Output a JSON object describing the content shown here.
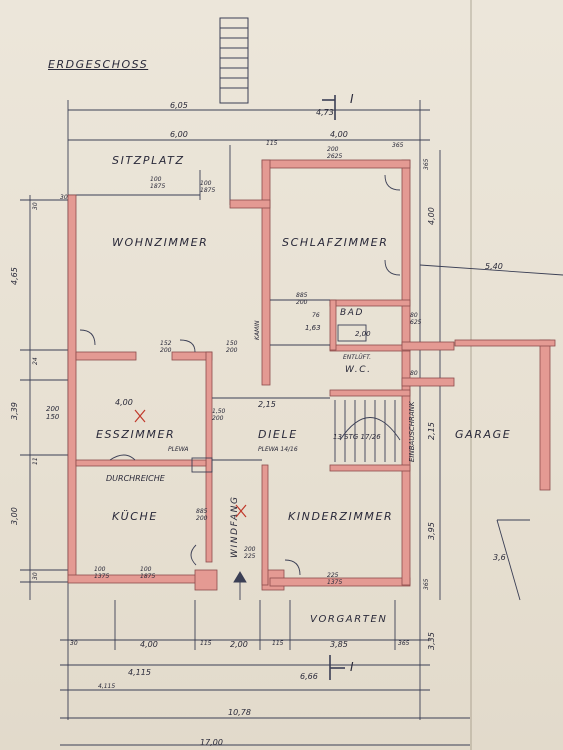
{
  "title": "ERDGESCHOSS",
  "rooms": {
    "sitzplatz": "SITZPLATZ",
    "wohnzimmer": "WOHNZIMMER",
    "schlafzimmer": "SCHLAFZIMMER",
    "bad": "BAD",
    "wc": "W.C.",
    "esszimmer": "ESSZIMMER",
    "diele": "DIELE",
    "garage": "GARAGE",
    "kuche": "KÜCHE",
    "kinderzimmer": "KINDERZIMMER",
    "windfang": "WINDFANG",
    "vorgarten": "VORGARTEN",
    "durchreiche": "DURCHREICHE",
    "einbauschrank": "EINBAUSCHRANK",
    "plewa_left": "PLEWA",
    "plewa_right": "PLEWA 14/16",
    "kamin": "KAMIN",
    "entlueftung": "ENTLÜFT.",
    "stair": "13 STG 17/26"
  },
  "section_marks": {
    "top": "I",
    "bottom": "I"
  },
  "dimensions": {
    "top_605": "6,05",
    "top_600": "6,00",
    "top_473": "4,73",
    "top_400": "4,00",
    "top_115": "115",
    "top_365": "365",
    "top_30": "30",
    "left_465": "4,65",
    "left_339": "3,39",
    "left_300": "3,00",
    "left_30a": "30",
    "left_24": "24",
    "left_11": "11",
    "left_30b": "30",
    "left_200_150": "200\n150",
    "right_365": "365",
    "right_400": "4,00",
    "right_540": "5,40",
    "right_365b": "365",
    "right_215": "2,15",
    "right_395": "3,95",
    "right_36": "3,6",
    "right_335": "3,35",
    "bottom_400": "4,00",
    "bottom_115a": "115",
    "bottom_200": "2,00",
    "bottom_115b": "115",
    "bottom_385": "3,85",
    "bottom_365": "365",
    "bottom_30": "30",
    "bottom_4115": "4,115",
    "bottom_666": "6,66",
    "bottom_1078": "10,78",
    "bottom_1700": "17,00",
    "inner_100_1875": "100\n1875",
    "inner_100_1875b": "100\n1875",
    "inner_200_2625": "200\n2625",
    "inner_885_200": "885\n200",
    "inner_152_200": "152\n200",
    "inner_150_200": "150\n200",
    "inner_400_esz": "4,00",
    "inner_215": "2,15",
    "inner_150_200b": "1,50\n200",
    "inner_80_625": "80\n625",
    "inner_200_bad": "2,00",
    "inner_885_200b": "885\n200",
    "inner_100_ku": "100\n1375",
    "inner_100_ku2": "100\n1875",
    "inner_225_1375": "225\n1375",
    "inner_4115": "4,115",
    "inner_163": "1,63",
    "inner_76": "76",
    "inner_80b": "80",
    "inner_200_wf": "200\n225"
  }
}
